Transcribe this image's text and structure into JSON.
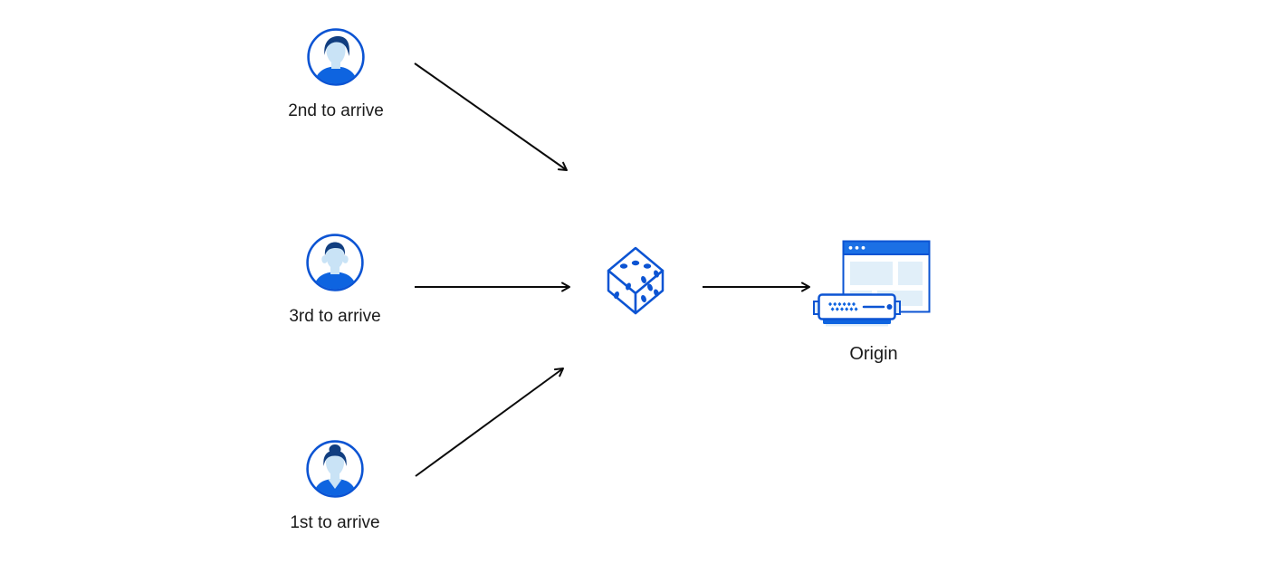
{
  "colors": {
    "outline-blue": "#0C54D3",
    "fill-blue": "#0E64E0",
    "titlebar-blue": "#1B70E5",
    "navy": "#113E80",
    "face-blue": "#C9E3F6",
    "panel-blue": "#E1EFF9",
    "arrow": "#0B0B0B",
    "text": "#1A1A1A",
    "background": "#FFFFFF"
  },
  "diagram": {
    "clients": [
      {
        "label": "2nd to arrive",
        "icon": "avatar-man-swoop-hair"
      },
      {
        "label": "3rd to arrive",
        "icon": "avatar-man-short-hair"
      },
      {
        "label": "1st to arrive",
        "icon": "avatar-woman-bun-hair"
      }
    ],
    "router": {
      "icon": "dice"
    },
    "origin": {
      "label": "Origin",
      "icon": "origin-server-window"
    }
  }
}
